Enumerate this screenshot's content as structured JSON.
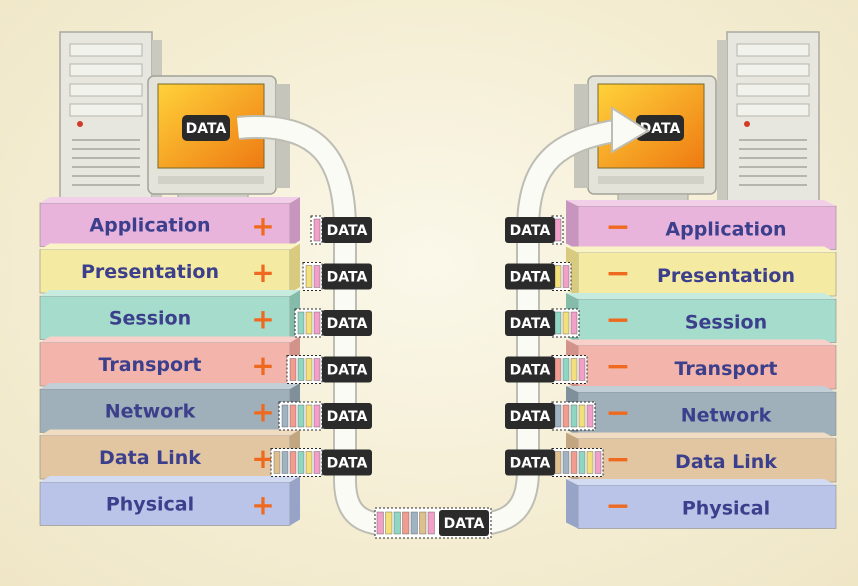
{
  "data_label": "DATA",
  "plus_sign": "+",
  "minus_sign": "−",
  "layers": [
    {
      "name": "Application",
      "color": "#e9b4dc",
      "side": "#c895bf",
      "top": "#f2cfe8"
    },
    {
      "name": "Presentation",
      "color": "#f5eaa2",
      "side": "#d8cb80",
      "top": "#faf3c6"
    },
    {
      "name": "Session",
      "color": "#a6dccb",
      "side": "#84bca9",
      "top": "#c7ebdf"
    },
    {
      "name": "Transport",
      "color": "#f3b4ab",
      "side": "#d2938a",
      "top": "#f8cfc9"
    },
    {
      "name": "Network",
      "color": "#9fb0ba",
      "side": "#7f909a",
      "top": "#c2cfd6"
    },
    {
      "name": "Data Link",
      "color": "#e2c6a2",
      "side": "#c2a682",
      "top": "#efdcc3"
    },
    {
      "name": "Physical",
      "color": "#b9c4e8",
      "side": "#98a3c8",
      "top": "#d3dbf3"
    }
  ],
  "header_stripe_colors": [
    "#f2a0c8",
    "#f3e07a",
    "#8fd7c2",
    "#f29c8f",
    "#9fb3c1",
    "#e0bf8f"
  ]
}
